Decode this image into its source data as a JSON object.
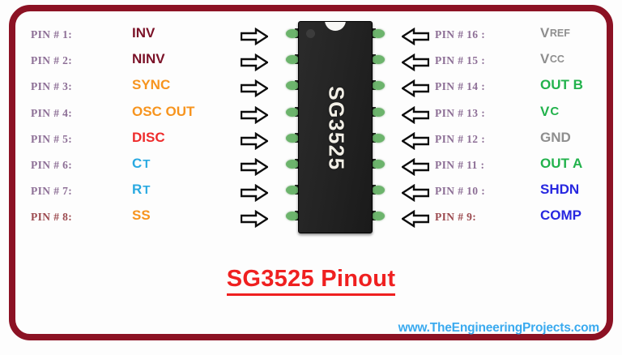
{
  "title": "SG3525 Pinout",
  "footer": "www.TheEngineeringProjects.com",
  "chip": {
    "label": "SG3525",
    "body_color": "#242424",
    "pin_color": "#6cb46c"
  },
  "frame": {
    "border_color": "#8c1224"
  },
  "colors": {
    "pin_number": "#8d6f96",
    "pin_number_last": "#9c4a4f",
    "maroon": "#7b1228",
    "orange": "#f7941e",
    "red": "#ee2c2c",
    "blue_light": "#29a9e1",
    "blue_dark": "#2727e0",
    "green": "#22b24c",
    "gray": "#8e8e8e",
    "title_red": "#ef2020",
    "footer_blue": "#3aaaef"
  },
  "left_pins": [
    {
      "number": "PIN # 1:",
      "name": "INV",
      "sub": "",
      "color": "#7b1228",
      "arrow": "arrow-right-icon"
    },
    {
      "number": "PIN # 2:",
      "name": "NINV",
      "sub": "",
      "color": "#7b1228",
      "arrow": "arrow-right-icon"
    },
    {
      "number": "PIN # 3:",
      "name": "SYNC",
      "sub": "",
      "color": "#f7941e",
      "arrow": "arrow-right-icon"
    },
    {
      "number": "PIN # 4:",
      "name": "OSC OUT",
      "sub": "",
      "color": "#f7941e",
      "arrow": "arrow-right-icon"
    },
    {
      "number": "PIN # 5:",
      "name": "DISC",
      "sub": "",
      "color": "#ee2c2c",
      "arrow": "arrow-right-icon"
    },
    {
      "number": "PIN # 6:",
      "name": "C",
      "sub": "T",
      "color": "#29a9e1",
      "arrow": "arrow-right-icon"
    },
    {
      "number": "PIN # 7:",
      "name": "R",
      "sub": "T",
      "color": "#29a9e1",
      "arrow": "arrow-right-icon"
    },
    {
      "number": "PIN # 8:",
      "name": "SS",
      "sub": "",
      "color": "#f7941e",
      "arrow": "arrow-right-icon"
    }
  ],
  "right_pins": [
    {
      "number": "PIN # 16 :",
      "name": "V",
      "sub": "REF",
      "color": "#8e8e8e",
      "arrow": "arrow-left-icon"
    },
    {
      "number": "PIN # 15 :",
      "name": "V",
      "sub": "CC",
      "color": "#8e8e8e",
      "arrow": "arrow-left-icon"
    },
    {
      "number": "PIN # 14 :",
      "name": "OUT B",
      "sub": "",
      "color": "#22b24c",
      "arrow": "arrow-left-icon"
    },
    {
      "number": "PIN # 13 :",
      "name": "V",
      "sub": "C",
      "color": "#22b24c",
      "arrow": "arrow-left-icon"
    },
    {
      "number": "PIN # 12 :",
      "name": "GND",
      "sub": "",
      "color": "#8e8e8e",
      "arrow": "arrow-left-icon"
    },
    {
      "number": "PIN # 11 :",
      "name": "OUT A",
      "sub": "",
      "color": "#22b24c",
      "arrow": "arrow-left-icon"
    },
    {
      "number": "PIN # 10 :",
      "name": "SHDN",
      "sub": "",
      "color": "#2727e0",
      "arrow": "arrow-left-icon"
    },
    {
      "number": "PIN # 9:",
      "name": "COMP",
      "sub": "",
      "color": "#2727e0",
      "arrow": "arrow-left-icon"
    }
  ]
}
